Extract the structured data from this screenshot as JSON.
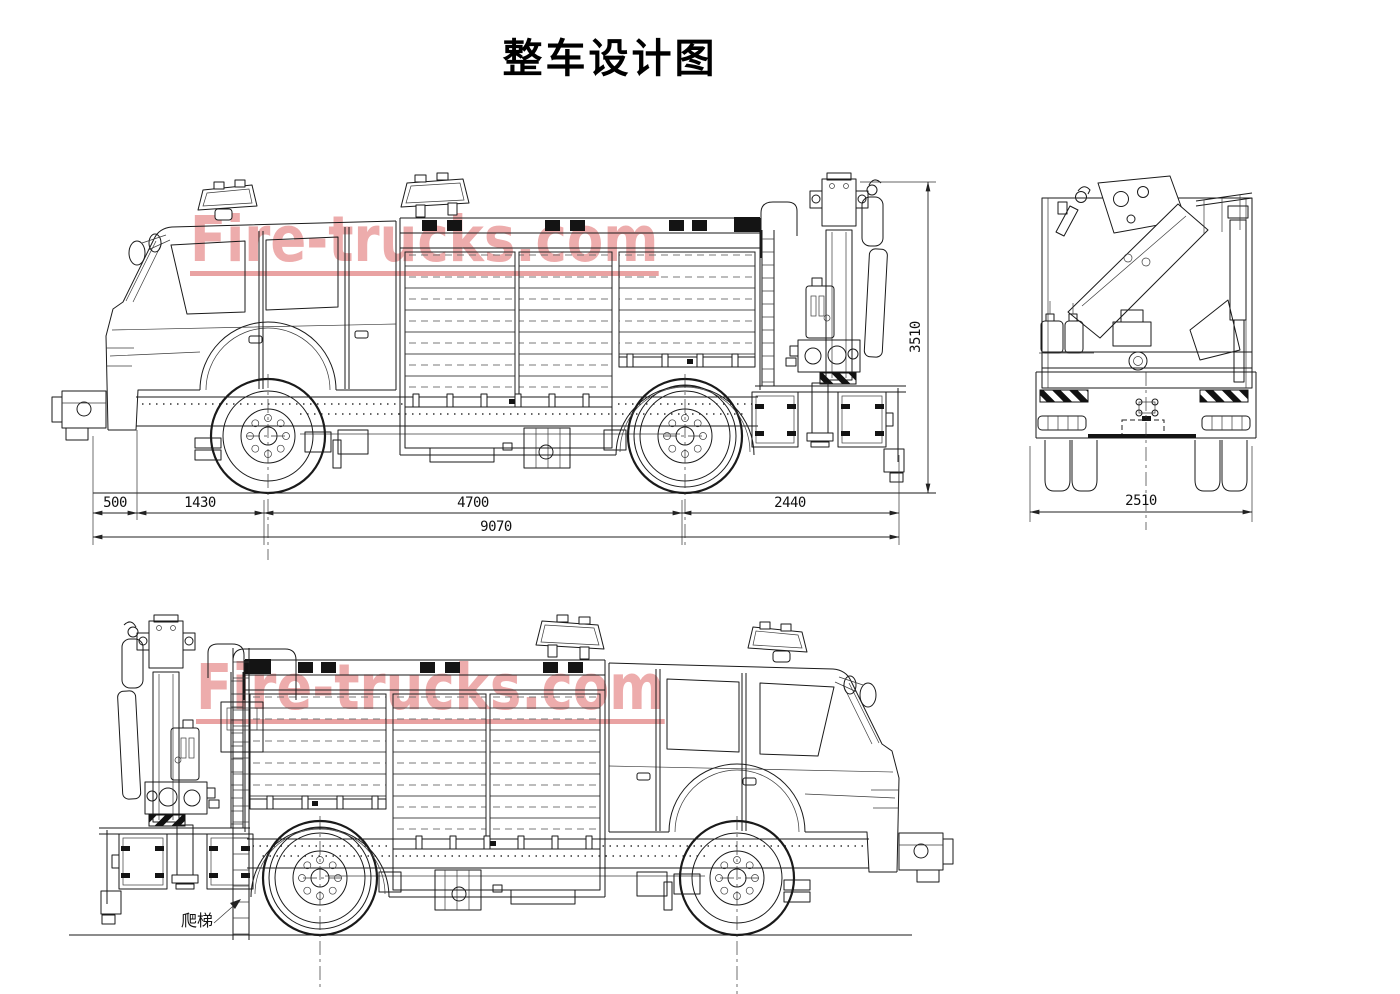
{
  "page": {
    "title": "整车设计图",
    "background": "#ffffff",
    "line_color": "#1a1a1a"
  },
  "watermark": {
    "text": "Fire-trucks.com",
    "color": "#edacac"
  },
  "dims": {
    "front_overhang": "500",
    "front_section": "1430",
    "wheelbase": "4700",
    "rear_overhang": "2440",
    "total_length": "9070",
    "overall_height": "3510",
    "overall_width": "2510"
  },
  "labels": {
    "ladder": "爬梯"
  }
}
